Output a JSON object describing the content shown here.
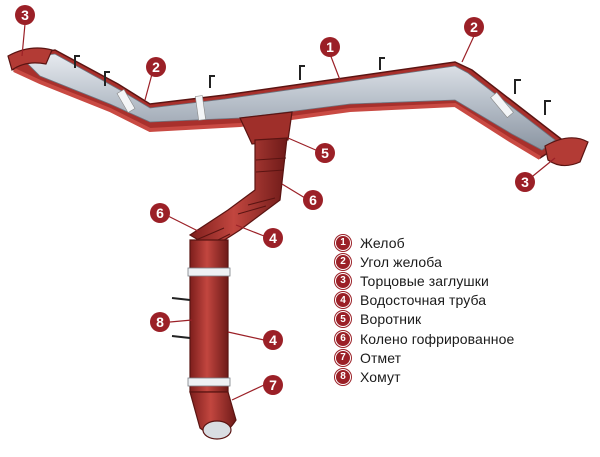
{
  "colors": {
    "accent": "#9b2027",
    "metal": "#b7bfc9",
    "pipe": "#b53a35"
  },
  "callouts": [
    {
      "number": "3"
    },
    {
      "number": "2"
    },
    {
      "number": "1"
    },
    {
      "number": "2"
    },
    {
      "number": "3"
    },
    {
      "number": "5"
    },
    {
      "number": "6"
    },
    {
      "number": "6"
    },
    {
      "number": "4"
    },
    {
      "number": "8"
    },
    {
      "number": "4"
    },
    {
      "number": "7"
    }
  ],
  "legend": [
    {
      "number": "1",
      "label": "Желоб"
    },
    {
      "number": "2",
      "label": "Угол желоба"
    },
    {
      "number": "3",
      "label": "Торцовые заглушки"
    },
    {
      "number": "4",
      "label": "Водосточная труба"
    },
    {
      "number": "5",
      "label": "Воротник"
    },
    {
      "number": "6",
      "label": "Колено гофрированное"
    },
    {
      "number": "7",
      "label": "Отмет"
    },
    {
      "number": "8",
      "label": "Хомут"
    }
  ]
}
